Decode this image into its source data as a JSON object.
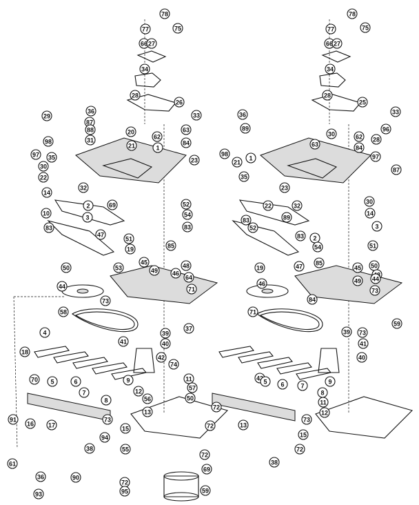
{
  "diagram": {
    "left_assembly_callouts": [
      "78",
      "77",
      "75",
      "66",
      "27",
      "34",
      "28",
      "26",
      "36",
      "33",
      "87",
      "88",
      "31",
      "29",
      "98",
      "97",
      "30",
      "20",
      "62",
      "63",
      "84",
      "21",
      "1",
      "35",
      "23",
      "22",
      "32",
      "14",
      "69",
      "10",
      "2",
      "3",
      "83",
      "52",
      "54",
      "83",
      "51",
      "19",
      "47",
      "85",
      "50",
      "53",
      "45",
      "48",
      "44",
      "46",
      "64",
      "49",
      "73",
      "71",
      "58",
      "4",
      "37",
      "41",
      "39",
      "40",
      "18",
      "42",
      "74",
      "70",
      "5",
      "6",
      "7",
      "8",
      "9",
      "11",
      "57",
      "12",
      "50",
      "56",
      "13",
      "72",
      "91",
      "16",
      "17",
      "73",
      "15",
      "94",
      "72",
      "55",
      "38",
      "72",
      "61",
      "36",
      "90",
      "69",
      "72",
      "95",
      "93",
      "59"
    ],
    "right_assembly_callouts": [
      "78",
      "77",
      "75",
      "66",
      "27",
      "34",
      "28",
      "25",
      "36",
      "33",
      "89",
      "96",
      "62",
      "98",
      "30",
      "28",
      "63",
      "84",
      "21",
      "97",
      "1",
      "87",
      "35",
      "23",
      "22",
      "32",
      "30",
      "14",
      "83",
      "52",
      "89",
      "3",
      "2",
      "54",
      "83",
      "51",
      "19",
      "47",
      "85",
      "50",
      "45",
      "48",
      "49",
      "46",
      "44",
      "84",
      "73",
      "71",
      "59",
      "73",
      "39",
      "41",
      "40",
      "42",
      "5",
      "6",
      "7",
      "8",
      "9",
      "11",
      "12",
      "13",
      "73",
      "15",
      "72",
      "38",
      "73"
    ]
  }
}
